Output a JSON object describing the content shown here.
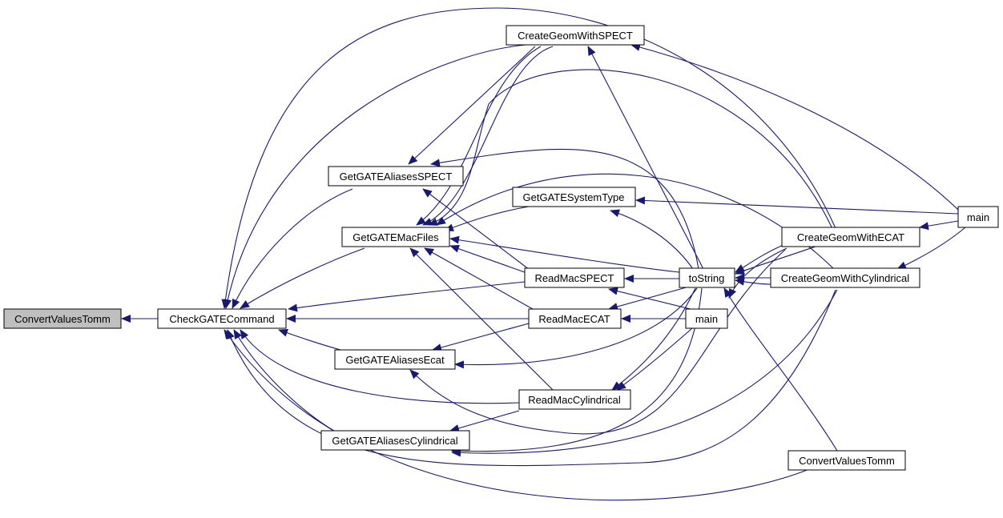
{
  "nodes": [
    {
      "id": "cv_left",
      "label": "ConvertValuesTomm",
      "highlight": true
    },
    {
      "id": "check",
      "label": "CheckGATECommand"
    },
    {
      "id": "cg_spect",
      "label": "CreateGeomWithSPECT"
    },
    {
      "id": "ga_spect",
      "label": "GetGATEAliasesSPECT"
    },
    {
      "id": "gs_type",
      "label": "GetGATESystemType"
    },
    {
      "id": "gm_files",
      "label": "GetGATEMacFiles"
    },
    {
      "id": "rm_spect",
      "label": "ReadMacSPECT"
    },
    {
      "id": "rm_ecat",
      "label": "ReadMacECAT"
    },
    {
      "id": "ga_ecat",
      "label": "GetGATEAliasesEcat"
    },
    {
      "id": "rm_cyl",
      "label": "ReadMacCylindrical"
    },
    {
      "id": "ga_cyl",
      "label": "GetGATEAliasesCylindrical"
    },
    {
      "id": "tostring",
      "label": "toString"
    },
    {
      "id": "main_mid",
      "label": "main"
    },
    {
      "id": "cg_ecat",
      "label": "CreateGeomWithECAT"
    },
    {
      "id": "cg_cyl",
      "label": "CreateGeomWithCylindrical"
    },
    {
      "id": "main_right",
      "label": "main"
    },
    {
      "id": "cv_right",
      "label": "ConvertValuesTomm"
    }
  ]
}
